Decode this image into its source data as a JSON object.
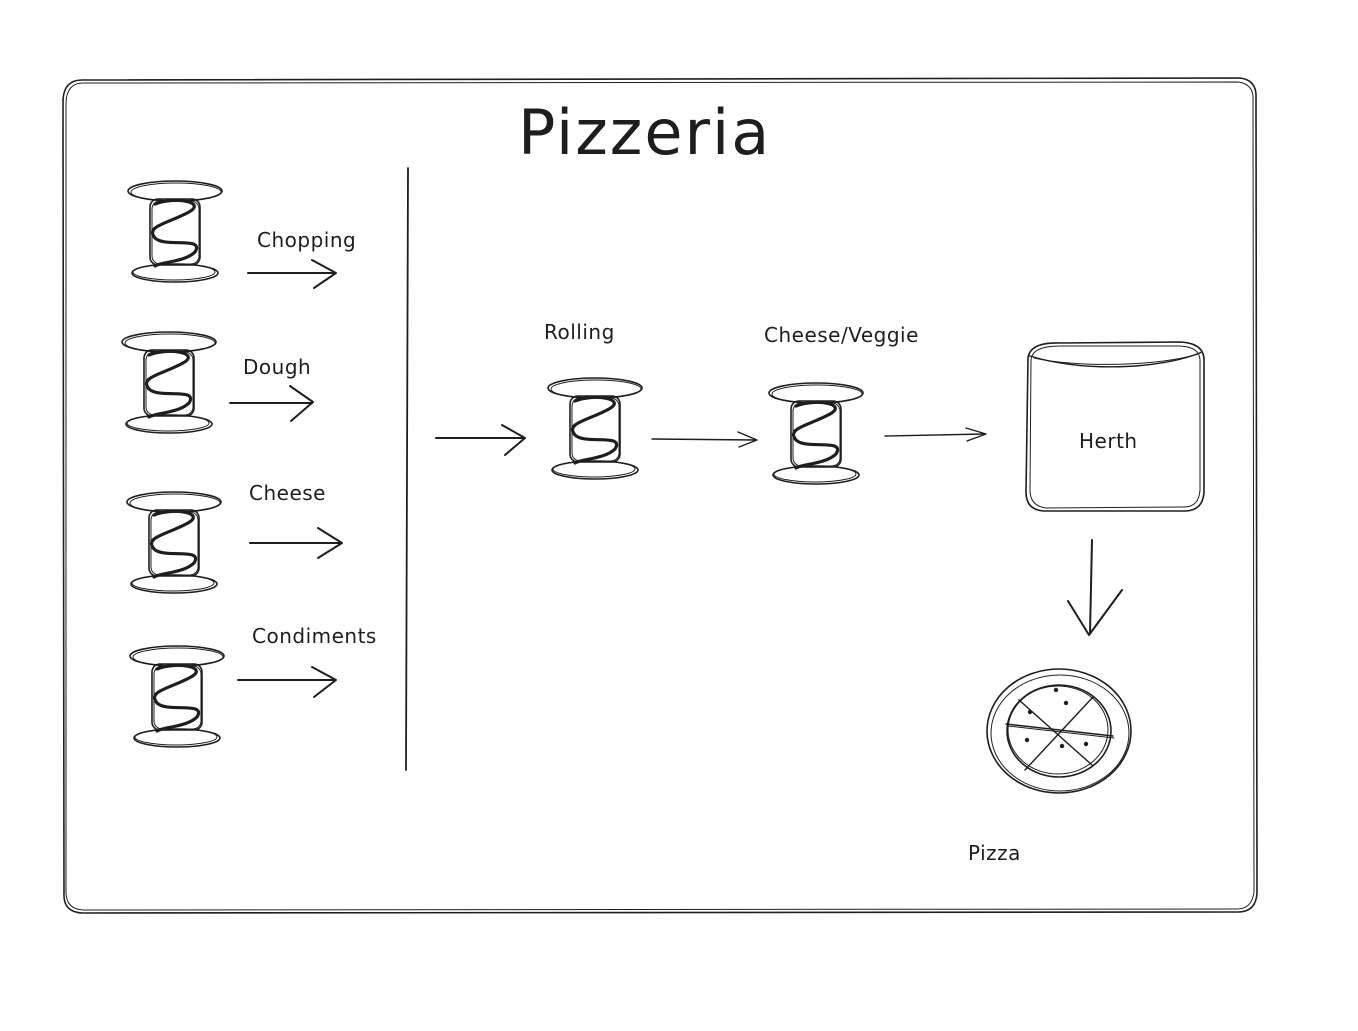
{
  "title": "Pizzeria",
  "stations": {
    "chopping": "Chopping",
    "dough": "Dough",
    "cheese": "Cheese",
    "condiments": "Condiments"
  },
  "steps": {
    "rolling": "Rolling",
    "cheese_veggie": "Cheese/Veggie",
    "herth": "Herth",
    "pizza": "Pizza"
  },
  "colors": {
    "stroke": "#1e1e1e",
    "background": "#ffffff"
  },
  "icons": [
    "spool-icon",
    "arrow-right-icon",
    "arrow-down-icon",
    "pizza-icon"
  ]
}
